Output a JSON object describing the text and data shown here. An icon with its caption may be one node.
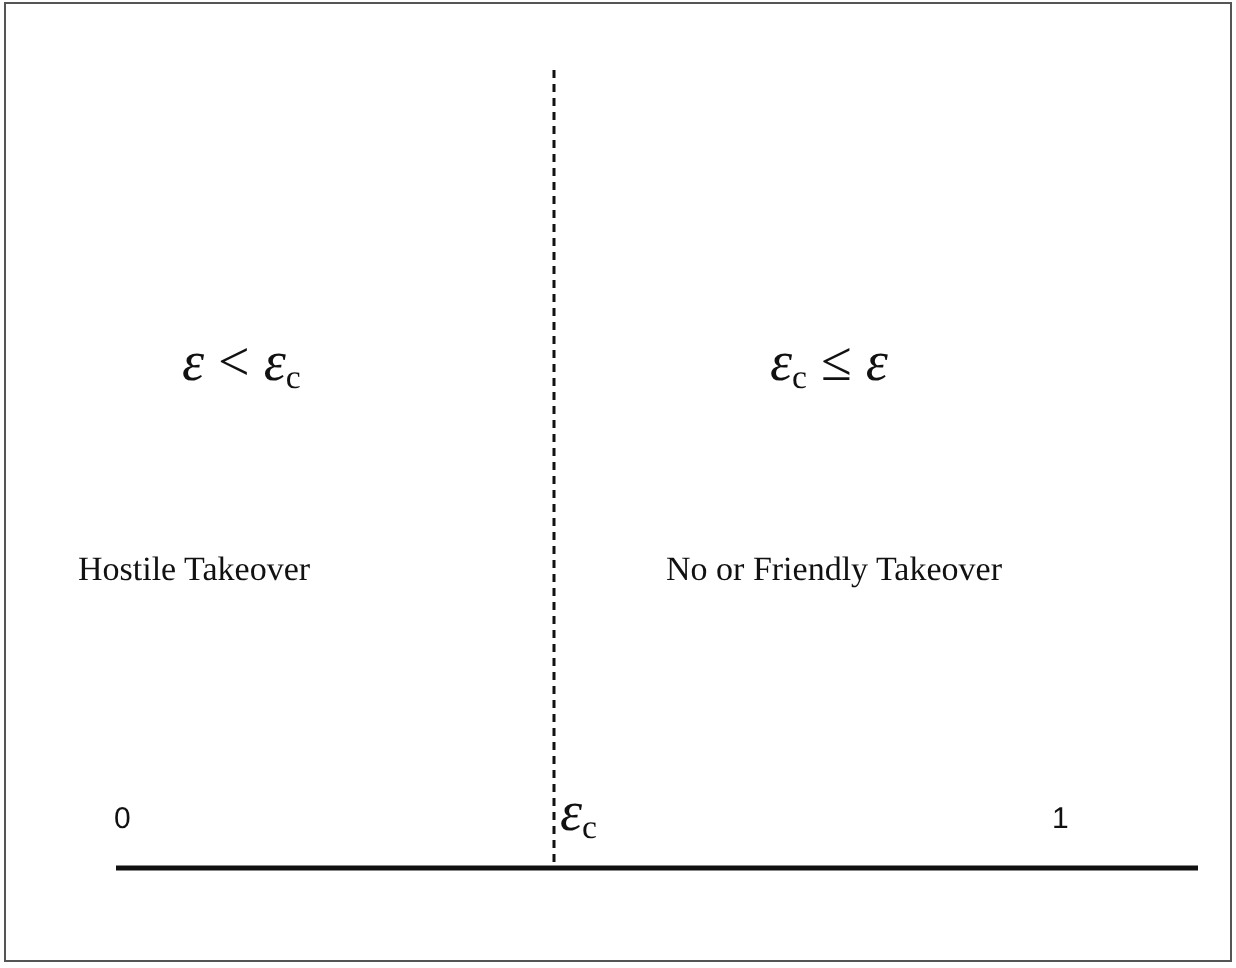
{
  "diagram": {
    "labels": [
      "*ε* < *ε*$_{c}$",
      "Hostile Takeover",
      "*ε*$_{c}$ ≤ *ε*",
      "No or Friendly Takeover",
      "0",
      "*ε*$_{c}$",
      "1"
    ]
  }
}
